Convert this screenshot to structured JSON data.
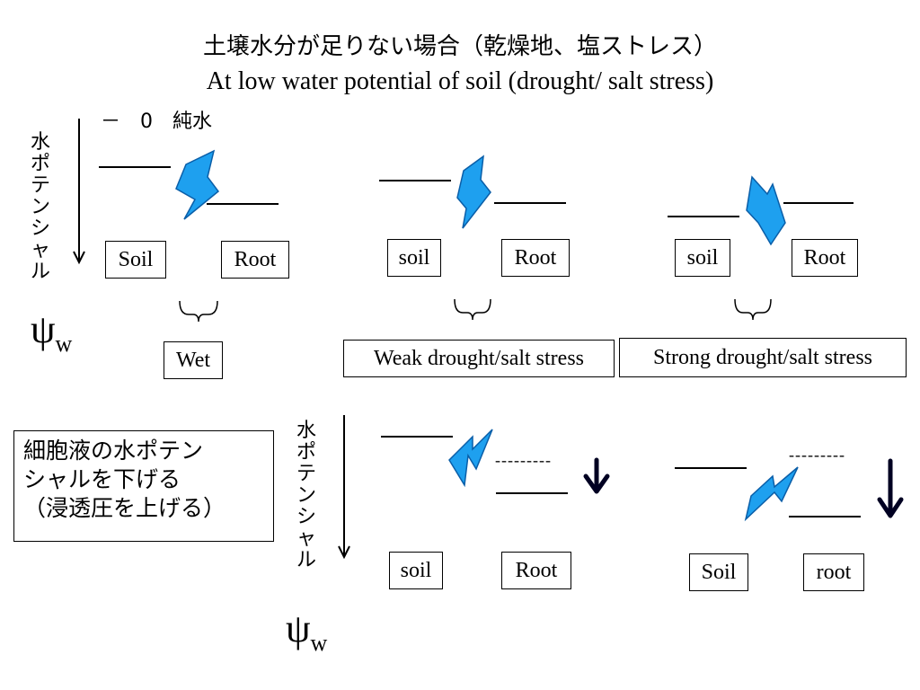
{
  "title": {
    "japanese": "土壌水分が足りない場合（乾燥地、塩ストレス）",
    "english": "At low water potential of soil (drought/ salt stress)"
  },
  "top_section": {
    "axis_label": "水ポテンシャル",
    "zero_label": "－　0　純水",
    "psi_symbol": "ψ",
    "psi_subscript": "w",
    "panels": [
      {
        "left_label": "Soil",
        "right_label": "Root",
        "condition": "Wet"
      },
      {
        "left_label": "soil",
        "right_label": "Root",
        "condition": "Weak drought/salt stress"
      },
      {
        "left_label": "soil",
        "right_label": "Root",
        "condition": "Strong drought/salt  stress"
      }
    ]
  },
  "bottom_section": {
    "note": "細胞液の水ポテンシャルを下げる（浸透圧を上げる）",
    "note_lines": [
      "細胞液の水ポテン",
      "シャルを下げる",
      "（浸透圧を上げる）"
    ],
    "axis_label": "水ポテンシャル",
    "psi_symbol": "ψ",
    "psi_subscript": "w",
    "dashed_marker": "---------",
    "panels": [
      {
        "left_label": "soil",
        "right_label": "Root"
      },
      {
        "left_label": "Soil",
        "right_label": "root"
      }
    ]
  },
  "colors": {
    "arrow_fill": "#1ea0ef",
    "arrow_stroke": "#0a5ea8",
    "down_arrow": "#000022"
  }
}
